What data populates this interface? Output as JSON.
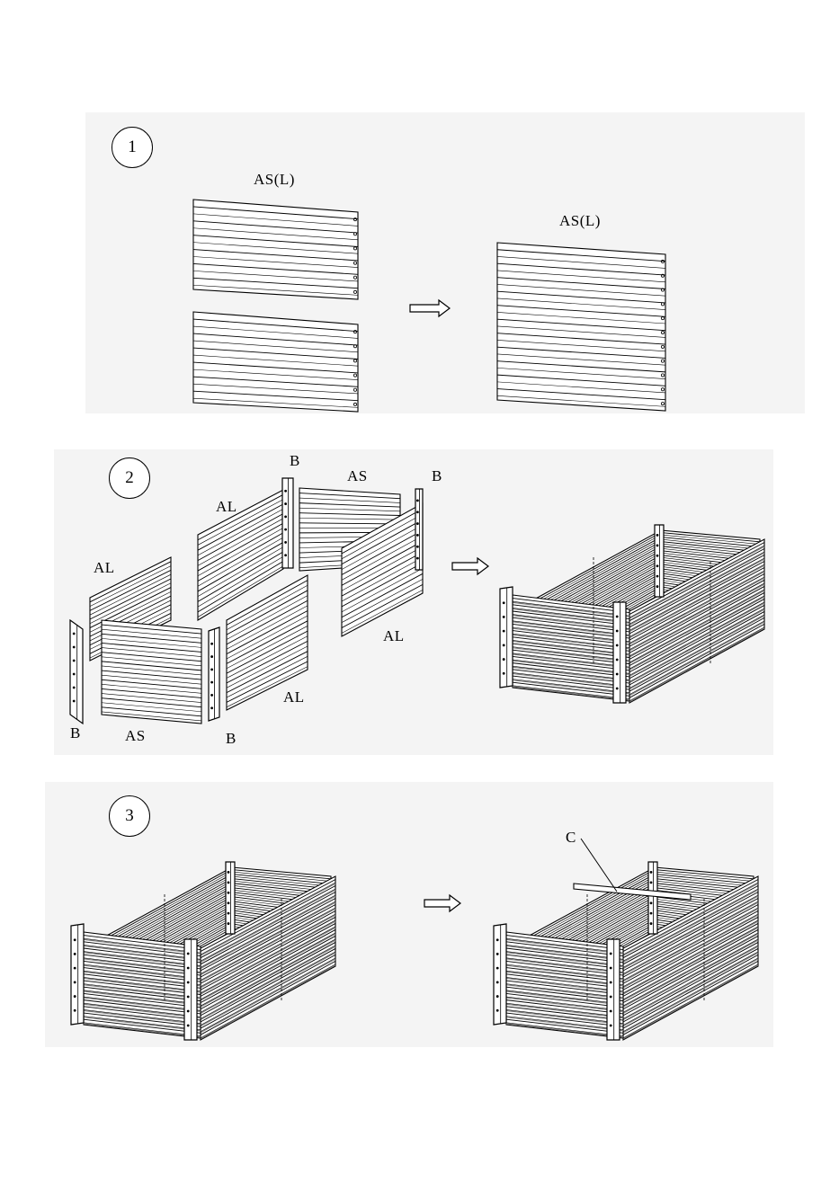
{
  "steps": [
    {
      "number": "1",
      "labels": {
        "left_part": "AS(L)",
        "right_part": "AS(L)"
      }
    },
    {
      "number": "2",
      "labels": {
        "b_top": "B",
        "as_top": "AS",
        "b_right": "B",
        "al_mid": "AL",
        "al_left": "AL",
        "al_right": "AL",
        "al_bottom": "AL",
        "b_bottom_left": "B",
        "as_bottom": "AS",
        "b_bottom_mid": "B"
      }
    },
    {
      "number": "3",
      "labels": {
        "c_part": "C"
      }
    }
  ],
  "icons": [
    "step-arrow-icon"
  ]
}
